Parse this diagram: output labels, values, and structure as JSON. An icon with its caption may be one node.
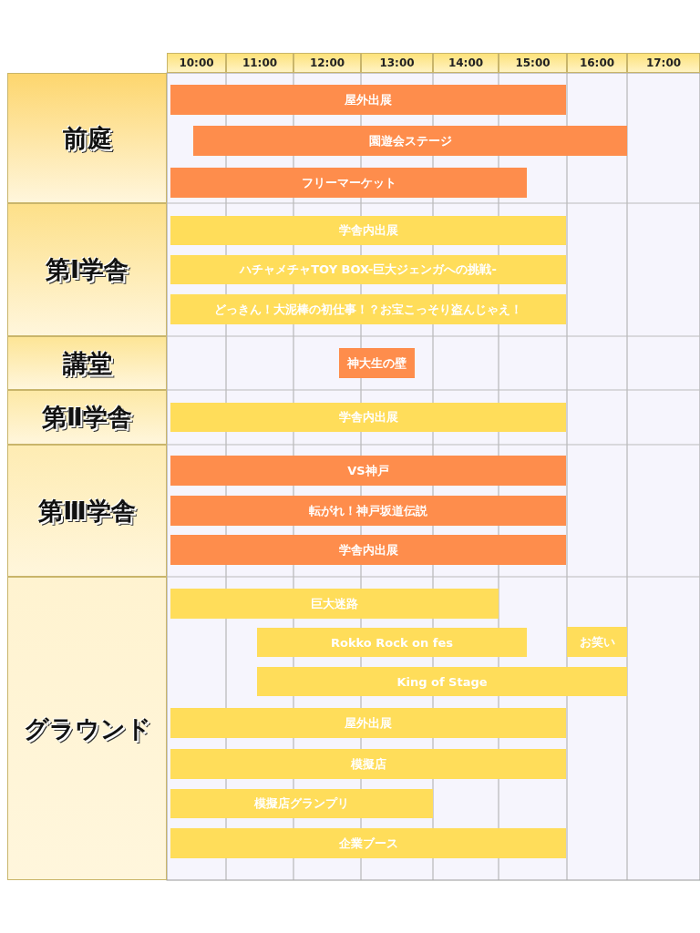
{
  "diagram": {
    "nodes": [
      {
        "text": [
          "前庭"
        ]
      },
      {
        "text": [
          "屋外出展"
        ]
      },
      {
        "text": [
          "園遊会ステージ"
        ]
      },
      {
        "text": [
          "フリーマーケット"
        ]
      },
      {
        "text": [
          "第Ⅰ学舎"
        ]
      },
      {
        "text": [
          "学舎内出展"
        ]
      },
      {
        "text": [
          "ハチャメチャTOY BOX-巨大ジェンガへの挑戦-"
        ]
      },
      {
        "text": [
          "どっきん！大泥棒の初仕事！？お宝こっそり盗んじゃえ！"
        ]
      },
      {
        "text": [
          "講堂"
        ]
      },
      {
        "text": [
          "神大生の壁"
        ]
      },
      {
        "text": [
          "第Ⅱ学舎"
        ]
      },
      {
        "text": [
          "学舎内出展"
        ]
      },
      {
        "text": [
          "第Ⅲ学舎"
        ]
      },
      {
        "text": [
          "VS神戸"
        ]
      },
      {
        "text": [
          "転がれ！神戸坂道伝説"
        ]
      },
      {
        "text": [
          "学舎内出展"
        ]
      },
      {
        "text": [
          "グラウンド"
        ]
      },
      {
        "text": [
          "巨大迷路"
        ]
      },
      {
        "text": [
          "Rokko Rock on fes"
        ]
      },
      {
        "text": [
          "お笑い"
        ]
      },
      {
        "text": [
          "King of Stage"
        ]
      },
      {
        "text": [
          "屋外出展"
        ]
      },
      {
        "text": [
          "模擬店"
        ]
      },
      {
        "text": [
          "模擬店グランプリ"
        ]
      },
      {
        "text": [
          "企業ブース"
        ]
      }
    ],
    "labels": [
      "10:00",
      "11:00",
      "12:00",
      "13:00",
      "14:00",
      "15:00",
      "16:00",
      "17:00"
    ]
  }
}
